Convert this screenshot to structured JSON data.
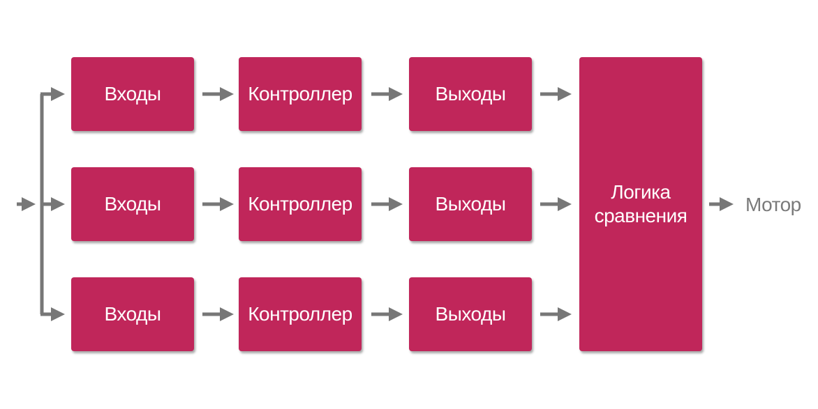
{
  "colors": {
    "block": "#c0265a",
    "block_text": "#ffffff",
    "connector": "#777777",
    "output_text": "#7a7a7a"
  },
  "channels": [
    {
      "inputs": "Входы",
      "controller": "Контроллер",
      "outputs": "Выходы"
    },
    {
      "inputs": "Входы",
      "controller": "Контроллер",
      "outputs": "Выходы"
    },
    {
      "inputs": "Входы",
      "controller": "Контроллер",
      "outputs": "Выходы"
    }
  ],
  "logic": {
    "line1": "Логика",
    "line2": "сравнения"
  },
  "output": "Мотор"
}
